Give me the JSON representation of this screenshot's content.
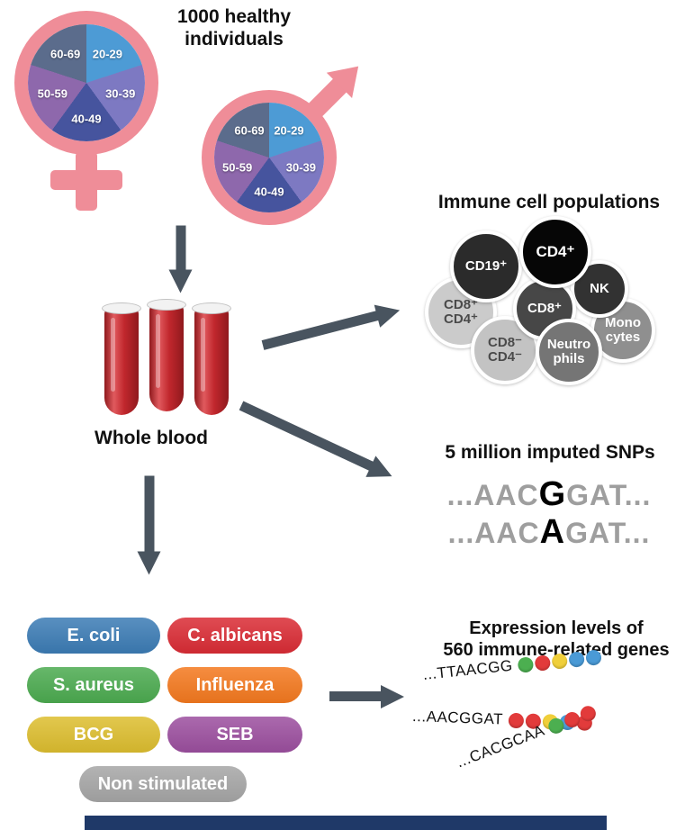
{
  "header": {
    "title": "1000 healthy\nindividuals"
  },
  "gender_symbols": {
    "color": "#ef8d98"
  },
  "age_pie": {
    "segments": [
      {
        "label": "20-29",
        "color": "#4d9bd5"
      },
      {
        "label": "30-39",
        "color": "#7d79c2"
      },
      {
        "label": "40-49",
        "color": "#46549e"
      },
      {
        "label": "50-59",
        "color": "#8e68ac"
      },
      {
        "label": "60-69",
        "color": "#5b6c8c"
      }
    ]
  },
  "arrows": {
    "color": "#49545f"
  },
  "blood": {
    "label": "Whole blood",
    "tube_color": "#c1272d"
  },
  "immune": {
    "title": "Immune cell populations",
    "cells": [
      {
        "label": "CD19⁺",
        "color": "#2b2b2b",
        "text_color": "#ffffff"
      },
      {
        "label": "CD4⁺",
        "color": "#060606",
        "text_color": "#ffffff"
      },
      {
        "label": "NK",
        "color": "#323232",
        "text_color": "#ffffff"
      },
      {
        "label": "CD8⁺\nCD4⁺",
        "color": "#cbcbcb",
        "text_color": "#4a4a4a"
      },
      {
        "label": "CD8⁺",
        "color": "#474747",
        "text_color": "#ffffff"
      },
      {
        "label": "CD8⁻\nCD4⁻",
        "color": "#c3c3c3",
        "text_color": "#4a4a4a"
      },
      {
        "label": "Neutro\nphils",
        "color": "#757575",
        "text_color": "#ffffff"
      },
      {
        "label": "Mono\ncytes",
        "color": "#8f8f8f",
        "text_color": "#ffffff"
      }
    ]
  },
  "snps": {
    "title": "5 million imputed SNPs",
    "lines": [
      {
        "pre": "...AAC",
        "snp": "G",
        "post": "GAT..."
      },
      {
        "pre": "...AAC",
        "snp": "A",
        "post": "GAT..."
      }
    ]
  },
  "stimuli": [
    {
      "label": "E. coli",
      "color": "#3c7cb5"
    },
    {
      "label": "C. albicans",
      "color": "#da2c35"
    },
    {
      "label": "S. aureus",
      "color": "#4cab50"
    },
    {
      "label": "Influenza",
      "color": "#f4791f"
    },
    {
      "label": "BCG",
      "color": "#ddbe2f"
    },
    {
      "label": "SEB",
      "color": "#9c4f9f"
    },
    {
      "label": "Non stimulated",
      "color": "#a6a6a6"
    }
  ],
  "expression": {
    "title": "Expression levels of\n560 immune-related genes",
    "genes": [
      {
        "seq": "...TTAACGG",
        "dots": [
          "#4caf50",
          "#e23b3b",
          "#f0cf3a",
          "#4a9ad6",
          "#4a9ad6"
        ]
      },
      {
        "seq": "...AACGGAT",
        "dots": [
          "#e23b3b",
          "#e23b3b",
          "#f0cf3a",
          "#4a9ad6",
          "#e23b3b"
        ]
      },
      {
        "seq": "...CACGCAA",
        "dots": [
          "#4caf50",
          "#e23b3b",
          "#e23b3b"
        ]
      }
    ]
  },
  "bottom_bar": {
    "color": "#1f3968"
  }
}
